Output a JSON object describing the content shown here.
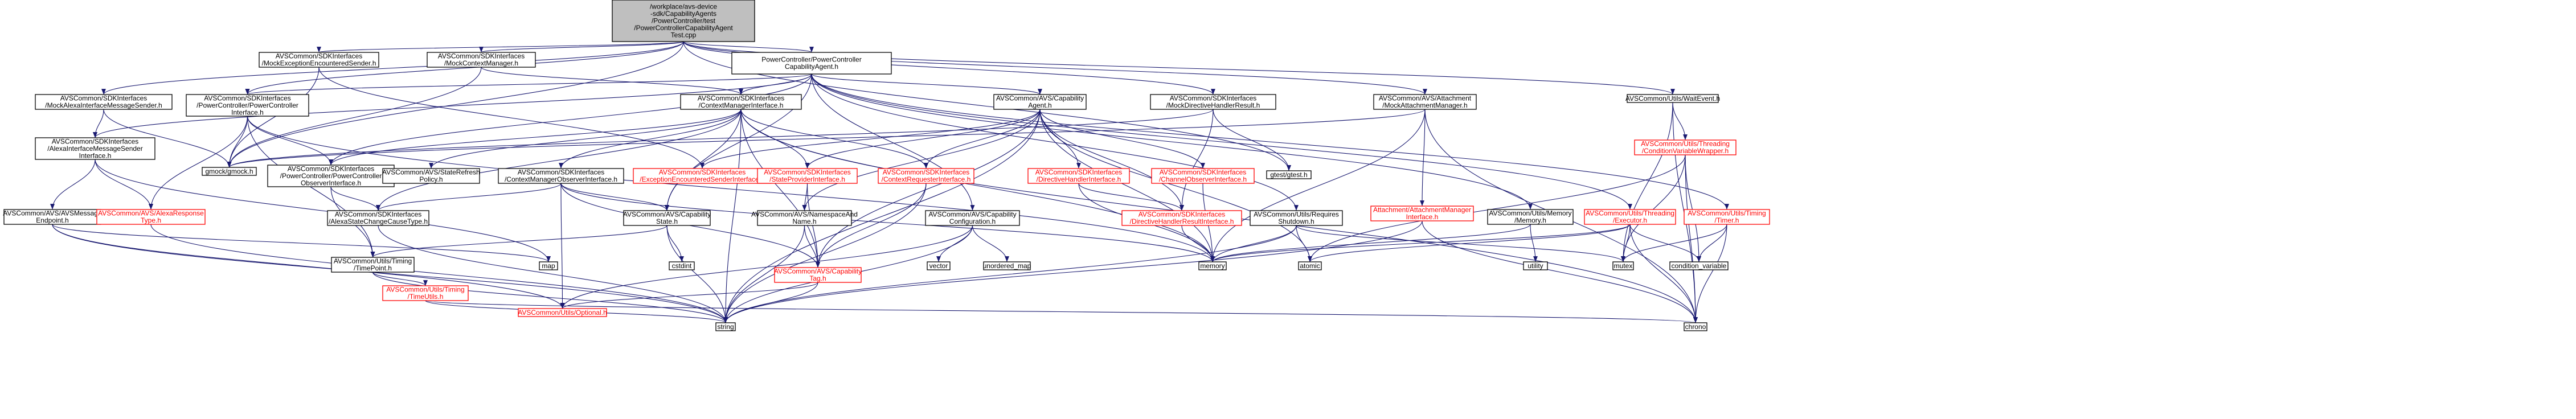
{
  "graph": {
    "style": {
      "edge_color": "#191970",
      "root_fill": "#bfbfbf",
      "node_fill": "#ffffff",
      "node_border": "#000000",
      "missing_border": "#ff0000",
      "missing_text": "#ff0000",
      "text_color": "#000000"
    },
    "nodes": [
      {
        "id": "root",
        "kind": "root",
        "lines": [
          "/workplace/avs-device",
          "-sdk/CapabilityAgents",
          "/PowerController/test",
          "/PowerControllerCapabilityAgent",
          "Test.cpp"
        ]
      },
      {
        "id": "pcca",
        "kind": "normal",
        "lines": [
          "PowerController/PowerController",
          "CapabilityAgent.h"
        ]
      },
      {
        "id": "mockctx",
        "kind": "normal",
        "lines": [
          "AVSCommon/SDKInterfaces",
          "/MockContextManager.h"
        ]
      },
      {
        "id": "mockexc",
        "kind": "normal",
        "lines": [
          "AVSCommon/SDKInterfaces",
          "/MockExceptionEncounteredSender.h"
        ]
      },
      {
        "id": "mockalexa",
        "kind": "normal",
        "lines": [
          "AVSCommon/SDKInterfaces",
          "/MockAlexaInterfaceMessageSender.h"
        ]
      },
      {
        "id": "pcih",
        "kind": "normal",
        "lines": [
          "AVSCommon/SDKInterfaces",
          "/PowerController/PowerController",
          "Interface.h"
        ]
      },
      {
        "id": "ctxmgr",
        "kind": "normal",
        "lines": [
          "AVSCommon/SDKInterfaces",
          "/ContextManagerInterface.h"
        ]
      },
      {
        "id": "capagent",
        "kind": "normal",
        "lines": [
          "AVSCommon/AVS/Capability",
          "Agent.h"
        ]
      },
      {
        "id": "mockdir",
        "kind": "normal",
        "lines": [
          "AVSCommon/SDKInterfaces",
          "/MockDirectiveHandlerResult.h"
        ]
      },
      {
        "id": "mockatt",
        "kind": "normal",
        "lines": [
          "AVSCommon/AVS/Attachment",
          "/MockAttachmentManager.h"
        ]
      },
      {
        "id": "waitevent",
        "kind": "normal",
        "lines": [
          "AVSCommon/Utils/WaitEvent.h"
        ]
      },
      {
        "id": "alexaintf",
        "kind": "normal",
        "lines": [
          "AVSCommon/SDKInterfaces",
          "/AlexaInterfaceMessageSender",
          "Interface.h"
        ]
      },
      {
        "id": "gmock",
        "kind": "normal",
        "lines": [
          "gmock/gmock.h"
        ]
      },
      {
        "id": "pcobs",
        "kind": "normal",
        "lines": [
          "AVSCommon/SDKInterfaces",
          "/PowerController/PowerController",
          "ObserverInterface.h"
        ]
      },
      {
        "id": "staterefresh",
        "kind": "normal",
        "lines": [
          "AVSCommon/AVS/StateRefresh",
          "Policy.h"
        ]
      },
      {
        "id": "ctxobs",
        "kind": "normal",
        "lines": [
          "AVSCommon/SDKInterfaces",
          "/ContextManagerObserverInterface.h"
        ]
      },
      {
        "id": "excsender",
        "kind": "missing",
        "lines": [
          "AVSCommon/SDKInterfaces",
          "/ExceptionEncounteredSenderInterface.h"
        ]
      },
      {
        "id": "stateprov",
        "kind": "missing",
        "lines": [
          "AVSCommon/SDKInterfaces",
          "/StateProviderInterface.h"
        ]
      },
      {
        "id": "ctxreq",
        "kind": "missing",
        "lines": [
          "AVSCommon/SDKInterfaces",
          "/ContextRequesterInterface.h"
        ]
      },
      {
        "id": "dirhandler",
        "kind": "missing",
        "lines": [
          "AVSCommon/SDKInterfaces",
          "/DirectiveHandlerInterface.h"
        ]
      },
      {
        "id": "chanobs",
        "kind": "missing",
        "lines": [
          "AVSCommon/SDKInterfaces",
          "/ChannelObserverInterface.h"
        ]
      },
      {
        "id": "gtest",
        "kind": "normal",
        "lines": [
          "gtest/gtest.h"
        ]
      },
      {
        "id": "attmgr",
        "kind": "missing",
        "lines": [
          "Attachment/AttachmentManager",
          "Interface.h"
        ]
      },
      {
        "id": "condvar",
        "kind": "missing",
        "lines": [
          "AVSCommon/Utils/Threading",
          "/ConditionVariableWrapper.h"
        ]
      },
      {
        "id": "avsmsg",
        "kind": "normal",
        "lines": [
          "AVSCommon/AVS/AVSMessage",
          "Endpoint.h"
        ]
      },
      {
        "id": "alexaresp",
        "kind": "missing",
        "lines": [
          "AVSCommon/AVS/AlexaResponse",
          "Type.h"
        ]
      },
      {
        "id": "alexastate",
        "kind": "normal",
        "lines": [
          "AVSCommon/SDKInterfaces",
          "/AlexaStateChangeCauseType.h"
        ]
      },
      {
        "id": "capstate",
        "kind": "normal",
        "lines": [
          "AVSCommon/AVS/Capability",
          "State.h"
        ]
      },
      {
        "id": "nsname",
        "kind": "normal",
        "lines": [
          "AVSCommon/AVS/NamespaceAnd",
          "Name.h"
        ]
      },
      {
        "id": "capconf",
        "kind": "normal",
        "lines": [
          "AVSCommon/AVS/Capability",
          "Configuration.h"
        ]
      },
      {
        "id": "dirresult",
        "kind": "missing",
        "lines": [
          "AVSCommon/SDKInterfaces",
          "/DirectiveHandlerResultInterface.h"
        ]
      },
      {
        "id": "reqshut",
        "kind": "normal",
        "lines": [
          "AVSCommon/Utils/Requires",
          "Shutdown.h"
        ]
      },
      {
        "id": "memoryh",
        "kind": "normal",
        "lines": [
          "AVSCommon/Utils/Memory",
          "/Memory.h"
        ]
      },
      {
        "id": "executor",
        "kind": "missing",
        "lines": [
          "AVSCommon/Utils/Threading",
          "/Executor.h"
        ]
      },
      {
        "id": "timer",
        "kind": "missing",
        "lines": [
          "AVSCommon/Utils/Timing",
          "/Timer.h"
        ]
      },
      {
        "id": "timepoint",
        "kind": "normal",
        "lines": [
          "AVSCommon/Utils/Timing",
          "/TimePoint.h"
        ]
      },
      {
        "id": "map",
        "kind": "normal",
        "lines": [
          "map"
        ]
      },
      {
        "id": "cstdint",
        "kind": "normal",
        "lines": [
          "cstdint"
        ]
      },
      {
        "id": "captag",
        "kind": "missing",
        "lines": [
          "AVSCommon/AVS/Capability",
          "Tag.h"
        ]
      },
      {
        "id": "vector",
        "kind": "normal",
        "lines": [
          "vector"
        ]
      },
      {
        "id": "unordered_map",
        "kind": "normal",
        "lines": [
          "unordered_map"
        ]
      },
      {
        "id": "memory",
        "kind": "normal",
        "lines": [
          "memory"
        ]
      },
      {
        "id": "atomic",
        "kind": "normal",
        "lines": [
          "atomic"
        ]
      },
      {
        "id": "utility",
        "kind": "normal",
        "lines": [
          "utility"
        ]
      },
      {
        "id": "mutex",
        "kind": "normal",
        "lines": [
          "mutex"
        ]
      },
      {
        "id": "condition_variable",
        "kind": "normal",
        "lines": [
          "condition_variable"
        ]
      },
      {
        "id": "timeutils",
        "kind": "missing",
        "lines": [
          "AVSCommon/Utils/Timing",
          "/TimeUtils.h"
        ]
      },
      {
        "id": "optional",
        "kind": "missing",
        "lines": [
          "AVSCommon/Utils/Optional.h"
        ]
      },
      {
        "id": "string",
        "kind": "normal",
        "lines": [
          "string"
        ]
      },
      {
        "id": "chrono",
        "kind": "normal",
        "lines": [
          "chrono"
        ]
      }
    ],
    "edges": [
      [
        "root",
        "pcca"
      ],
      [
        "root",
        "mockctx"
      ],
      [
        "root",
        "mockexc"
      ],
      [
        "root",
        "mockalexa"
      ],
      [
        "root",
        "pcih"
      ],
      [
        "root",
        "mockdir"
      ],
      [
        "root",
        "mockatt"
      ],
      [
        "root",
        "waitevent"
      ],
      [
        "root",
        "gmock"
      ],
      [
        "root",
        "gtest"
      ],
      [
        "pcca",
        "alexaintf"
      ],
      [
        "pcca",
        "pcih"
      ],
      [
        "pcca",
        "ctxmgr"
      ],
      [
        "pcca",
        "capagent"
      ],
      [
        "pcca",
        "capstate"
      ],
      [
        "pcca",
        "capconf"
      ],
      [
        "pcca",
        "reqshut"
      ],
      [
        "pcca",
        "memoryh"
      ],
      [
        "pcca",
        "executor"
      ],
      [
        "pcca",
        "timer"
      ],
      [
        "pcca",
        "pcobs"
      ],
      [
        "mockctx",
        "ctxmgr"
      ],
      [
        "mockctx",
        "gmock"
      ],
      [
        "mockexc",
        "excsender"
      ],
      [
        "mockexc",
        "gmock"
      ],
      [
        "mockalexa",
        "alexaintf"
      ],
      [
        "mockalexa",
        "gmock"
      ],
      [
        "pcih",
        "pcobs"
      ],
      [
        "pcih",
        "alexaresp"
      ],
      [
        "pcih",
        "gmock"
      ],
      [
        "pcih",
        "memory"
      ],
      [
        "pcih",
        "timepoint"
      ],
      [
        "ctxmgr",
        "staterefresh"
      ],
      [
        "ctxmgr",
        "ctxobs"
      ],
      [
        "ctxmgr",
        "stateprov"
      ],
      [
        "ctxmgr",
        "ctxreq"
      ],
      [
        "ctxmgr",
        "pcobs"
      ],
      [
        "ctxmgr",
        "captag"
      ],
      [
        "ctxmgr",
        "memory"
      ],
      [
        "ctxmgr",
        "string"
      ],
      [
        "ctxmgr",
        "chrono"
      ],
      [
        "ctxmgr",
        "alexastate"
      ],
      [
        "ctxmgr",
        "capstate"
      ],
      [
        "capagent",
        "excsender"
      ],
      [
        "capagent",
        "stateprov"
      ],
      [
        "capagent",
        "ctxreq"
      ],
      [
        "capagent",
        "dirhandler"
      ],
      [
        "capagent",
        "chanobs"
      ],
      [
        "capagent",
        "dirresult"
      ],
      [
        "capagent",
        "nsname"
      ],
      [
        "capagent",
        "memory"
      ],
      [
        "capagent",
        "atomic"
      ],
      [
        "capagent",
        "string"
      ],
      [
        "capagent",
        "captag"
      ],
      [
        "mockdir",
        "dirresult"
      ],
      [
        "mockdir",
        "gmock"
      ],
      [
        "mockdir",
        "gtest"
      ],
      [
        "mockatt",
        "attmgr"
      ],
      [
        "mockatt",
        "gmock"
      ],
      [
        "mockatt",
        "memory"
      ],
      [
        "mockatt",
        "chrono"
      ],
      [
        "waitevent",
        "condvar"
      ],
      [
        "waitevent",
        "mutex"
      ],
      [
        "waitevent",
        "chrono"
      ],
      [
        "alexaintf",
        "avsmsg"
      ],
      [
        "alexaintf",
        "alexaresp"
      ],
      [
        "alexaintf",
        "map"
      ],
      [
        "pcobs",
        "alexastate"
      ],
      [
        "pcobs",
        "timepoint"
      ],
      [
        "ctxobs",
        "capstate"
      ],
      [
        "ctxobs",
        "captag"
      ],
      [
        "ctxobs",
        "optional"
      ],
      [
        "ctxobs",
        "memory"
      ],
      [
        "ctxobs",
        "alexastate"
      ],
      [
        "stateprov",
        "captag"
      ],
      [
        "stateprov",
        "nsname"
      ],
      [
        "ctxreq",
        "captag"
      ],
      [
        "ctxreq",
        "string"
      ],
      [
        "dirhandler",
        "dirresult"
      ],
      [
        "dirhandler",
        "memory"
      ],
      [
        "chanobs",
        "memory"
      ],
      [
        "attmgr",
        "string"
      ],
      [
        "attmgr",
        "chrono"
      ],
      [
        "condvar",
        "condition_variable"
      ],
      [
        "condvar",
        "mutex"
      ],
      [
        "condvar",
        "chrono"
      ],
      [
        "condvar",
        "atomic"
      ],
      [
        "avsmsg",
        "string"
      ],
      [
        "avsmsg",
        "optional"
      ],
      [
        "avsmsg",
        "map"
      ],
      [
        "alexaresp",
        "string"
      ],
      [
        "alexastate",
        "string"
      ],
      [
        "capstate",
        "timepoint"
      ],
      [
        "capstate",
        "cstdint"
      ],
      [
        "capstate",
        "string"
      ],
      [
        "nsname",
        "string"
      ],
      [
        "nsname",
        "captag"
      ],
      [
        "capconf",
        "vector"
      ],
      [
        "capconf",
        "unordered_map"
      ],
      [
        "capconf",
        "string"
      ],
      [
        "capconf",
        "optional"
      ],
      [
        "dirresult",
        "memory"
      ],
      [
        "reqshut",
        "memory"
      ],
      [
        "reqshut",
        "atomic"
      ],
      [
        "reqshut",
        "string"
      ],
      [
        "reqshut",
        "mutex"
      ],
      [
        "memoryh",
        "memory"
      ],
      [
        "memoryh",
        "utility"
      ],
      [
        "executor",
        "memory"
      ],
      [
        "executor",
        "mutex"
      ],
      [
        "executor",
        "atomic"
      ],
      [
        "executor",
        "condition_variable"
      ],
      [
        "executor",
        "chrono"
      ],
      [
        "timer",
        "mutex"
      ],
      [
        "timer",
        "condition_variable"
      ],
      [
        "timer",
        "chrono"
      ],
      [
        "timepoint",
        "timeutils"
      ],
      [
        "timepoint",
        "string"
      ],
      [
        "captag",
        "optional"
      ],
      [
        "captag",
        "string"
      ],
      [
        "timeutils",
        "string"
      ],
      [
        "timeutils",
        "chrono"
      ]
    ]
  }
}
